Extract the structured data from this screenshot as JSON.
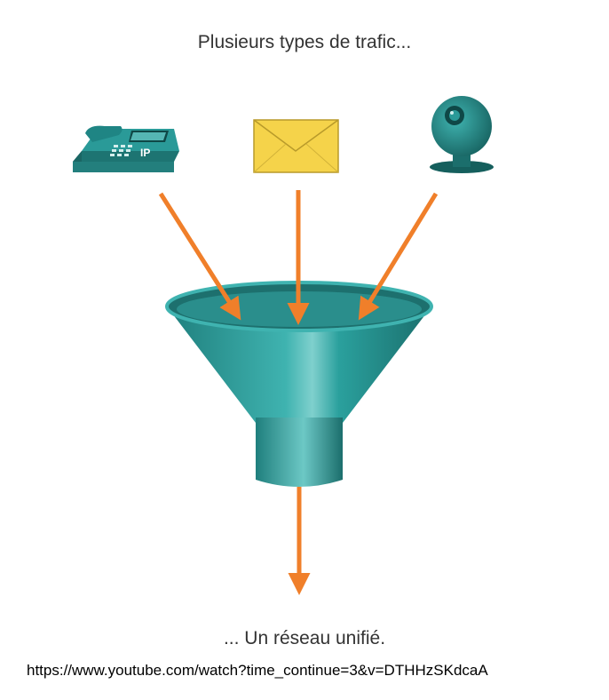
{
  "diagram": {
    "title_top": "Plusieurs types de trafic...",
    "title_bottom": "... Un réseau unifié.",
    "source_url": "https://www.youtube.com/watch?time_continue=3&v=DTHHzSKdcaA",
    "phone_label": "IP",
    "inputs": [
      {
        "name": "ip-phone-icon"
      },
      {
        "name": "envelope-icon"
      },
      {
        "name": "webcam-icon"
      }
    ],
    "colors": {
      "arrow": "#f07f2a",
      "funnel": "#2a9a98",
      "funnel_dark": "#1d706e",
      "device": "#2a9a98",
      "envelope": "#f5d34a"
    }
  }
}
